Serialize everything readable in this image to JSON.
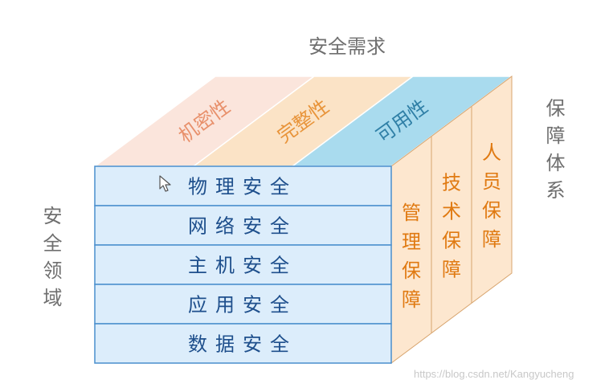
{
  "diagram": {
    "top_axis_title": "安全需求",
    "left_axis_title": "安全领域",
    "right_axis_title": "保障体系",
    "security_requirements": [
      {
        "label": "机密性",
        "fill": "#fbe5dc",
        "text_color": "#e8906b"
      },
      {
        "label": "完整性",
        "fill": "#fbe3c6",
        "text_color": "#e8943a"
      },
      {
        "label": "可用性",
        "fill": "#a9dbee",
        "text_color": "#2f7fa6"
      }
    ],
    "security_domains": [
      "物理安全",
      "网络安全",
      "主机安全",
      "应用安全",
      "数据安全"
    ],
    "assurance_systems": [
      "管理保障",
      "技术保障",
      "人员保障"
    ],
    "colors": {
      "front_fill": "#dcedfb",
      "front_text": "#1e4f8c",
      "edge": "#4a8fcd",
      "side_fill": "#fde7cf",
      "side_line": "#d8a56f",
      "side_text": "#e07a12"
    },
    "watermark": "https://blog.csdn.net/Kangyucheng"
  }
}
